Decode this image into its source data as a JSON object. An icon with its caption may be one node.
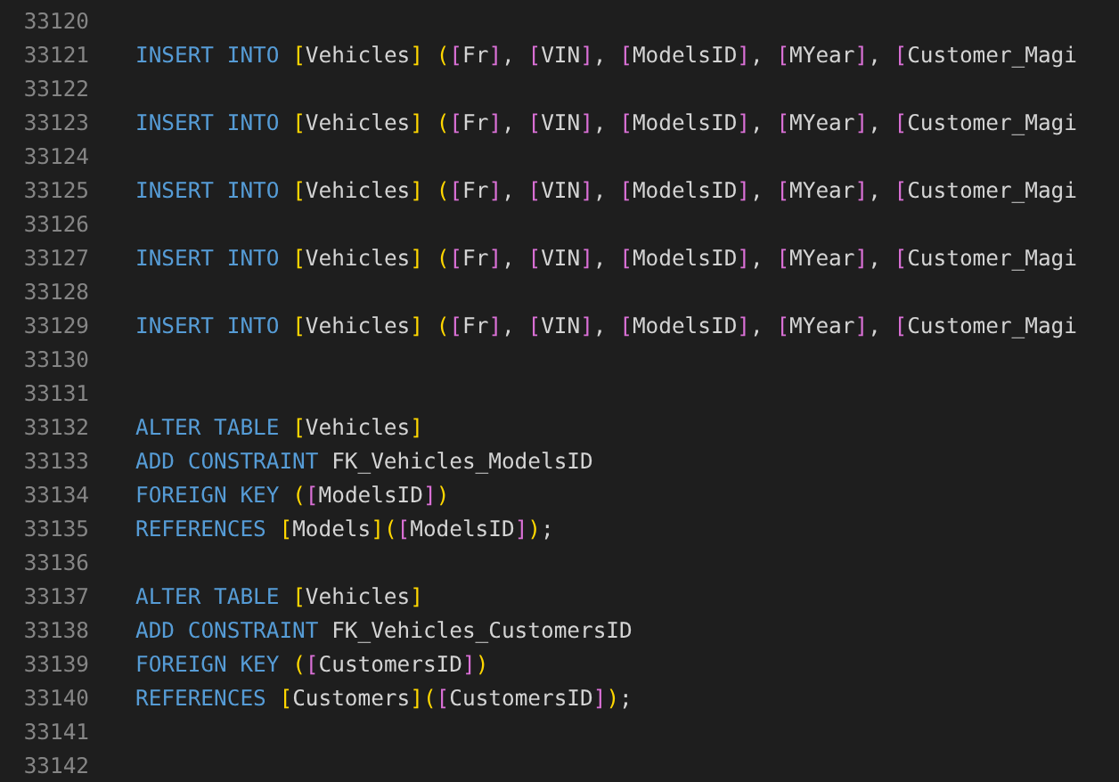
{
  "diagram": {
    "labels": [
      "33120",
      "33121",
      "INSERT INTO [Vehicles] ([Fr], [VIN], [ModelsID], [MYear], [Customer_Magi",
      "33122",
      "33123",
      "INSERT INTO [Vehicles] ([Fr], [VIN], [ModelsID], [MYear], [Customer_Magi",
      "33124",
      "33125",
      "INSERT INTO [Vehicles] ([Fr], [VIN], [ModelsID], [MYear], [Customer_Magi",
      "33126",
      "33127",
      "INSERT INTO [Vehicles] ([Fr], [VIN], [ModelsID], [MYear], [Customer_Magi",
      "33128",
      "33129",
      "INSERT INTO [Vehicles] ([Fr], [VIN], [ModelsID], [MYear], [Customer_Magi",
      "33130",
      "33131",
      "33132",
      "ALTER TABLE [Vehicles]",
      "33133",
      "ADD CONSTRAINT FK_Vehicles_ModelsID",
      "33134",
      "FOREIGN KEY ([ModelsID])",
      "33135",
      "REFERENCES [Models]([ModelsID]);",
      "33136",
      "33137",
      "ALTER TABLE [Vehicles]",
      "33138",
      "ADD CONSTRAINT FK_Vehicles_CustomersID",
      "33139",
      "FOREIGN KEY ([CustomersID])",
      "33140",
      "REFERENCES [Customers]([CustomersID]);",
      "33141",
      "33142"
    ]
  }
}
